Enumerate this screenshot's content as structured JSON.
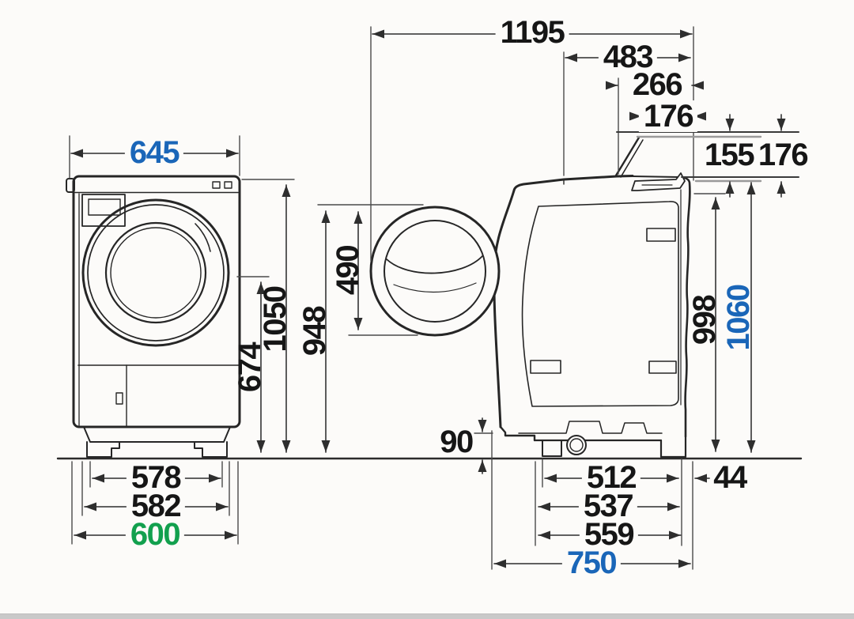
{
  "diagram": {
    "type": "washer-dryer dimension drawing, front and side views, dimensions in mm",
    "colors": {
      "line": "#2b2b2b",
      "dimension_line": "#4a4a4a",
      "blue": "#1a66b8",
      "green": "#12a04e"
    },
    "dims": {
      "depth_total": "1195",
      "top_depth": "483",
      "lid_open_depth": "266",
      "lid_top_depth": "176",
      "lid_height_a": "155",
      "lid_height_b": "176",
      "front_width": "645",
      "door_diameter": "490",
      "door_top_height": "948",
      "body_height": "1050",
      "door_center_height": "674",
      "rear_height": "998",
      "open_lid_height": "1060",
      "front_clearance": "90",
      "feet_width": "578",
      "base_width": "582",
      "overall_width": "600",
      "feet_depth": "512",
      "base_depth_mid": "537",
      "base_depth_outer": "559",
      "body_depth": "750",
      "rear_clearance": "44"
    }
  }
}
